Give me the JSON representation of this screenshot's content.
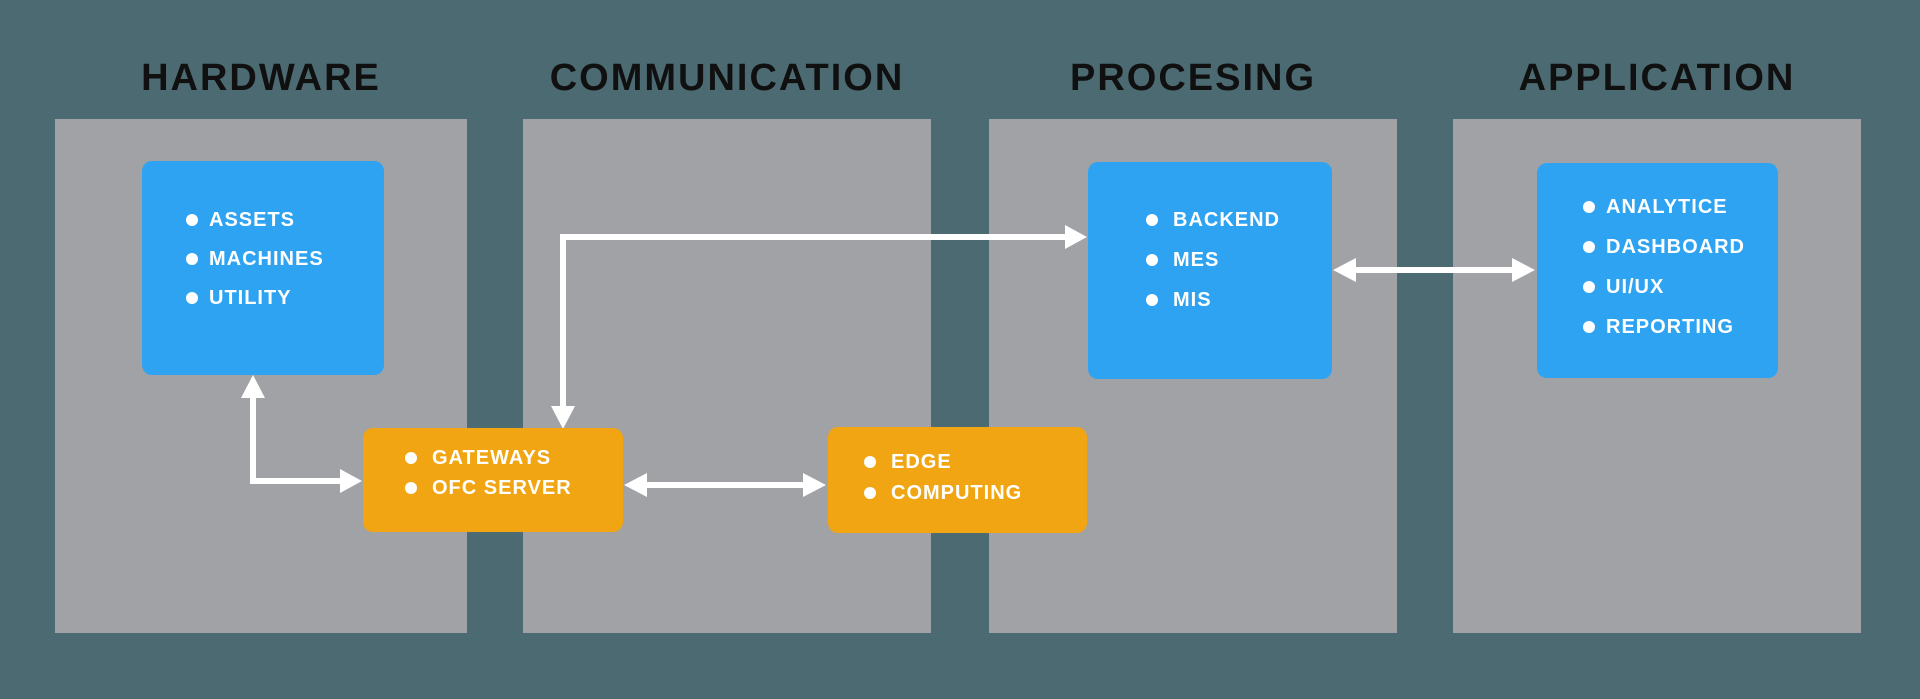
{
  "colors": {
    "background": "#4C6A72",
    "panel": "#A0A2A6",
    "blue": "#2EA3F2",
    "orange": "#F2A512",
    "header_text": "#101010",
    "box_text": "#FFFFFF",
    "arrow": "#FFFFFF"
  },
  "columns": [
    {
      "title": "HARDWARE"
    },
    {
      "title": "COMMUNICATION"
    },
    {
      "title": "PROCESING"
    },
    {
      "title": "APPLICATION"
    }
  ],
  "boxes": {
    "hardware": {
      "color": "blue",
      "items": [
        "ASSETS",
        "MACHINES",
        "UTILITY"
      ]
    },
    "gateways": {
      "color": "orange",
      "items": [
        "GATEWAYS",
        "OFC SERVER"
      ]
    },
    "edge": {
      "color": "orange",
      "items": [
        "EDGE",
        "COMPUTING"
      ]
    },
    "processing": {
      "color": "blue",
      "items": [
        "BACKEND",
        "MES",
        "MIS"
      ]
    },
    "application": {
      "color": "blue",
      "items": [
        "ANALYTICE",
        "DASHBOARD",
        "UI/UX",
        "REPORTING"
      ]
    }
  },
  "connectors": [
    {
      "id": "hardware-gateways",
      "from": "hardware",
      "to": "gateways",
      "shape": "elbow",
      "heads": "both"
    },
    {
      "id": "communication-processing-gateways",
      "from": "gateways",
      "to": "processing",
      "shape": "elbow",
      "heads": "both"
    },
    {
      "id": "gateways-edge",
      "from": "gateways",
      "to": "edge",
      "shape": "straight",
      "heads": "both"
    },
    {
      "id": "processing-application",
      "from": "processing",
      "to": "application",
      "shape": "straight",
      "heads": "both"
    }
  ]
}
